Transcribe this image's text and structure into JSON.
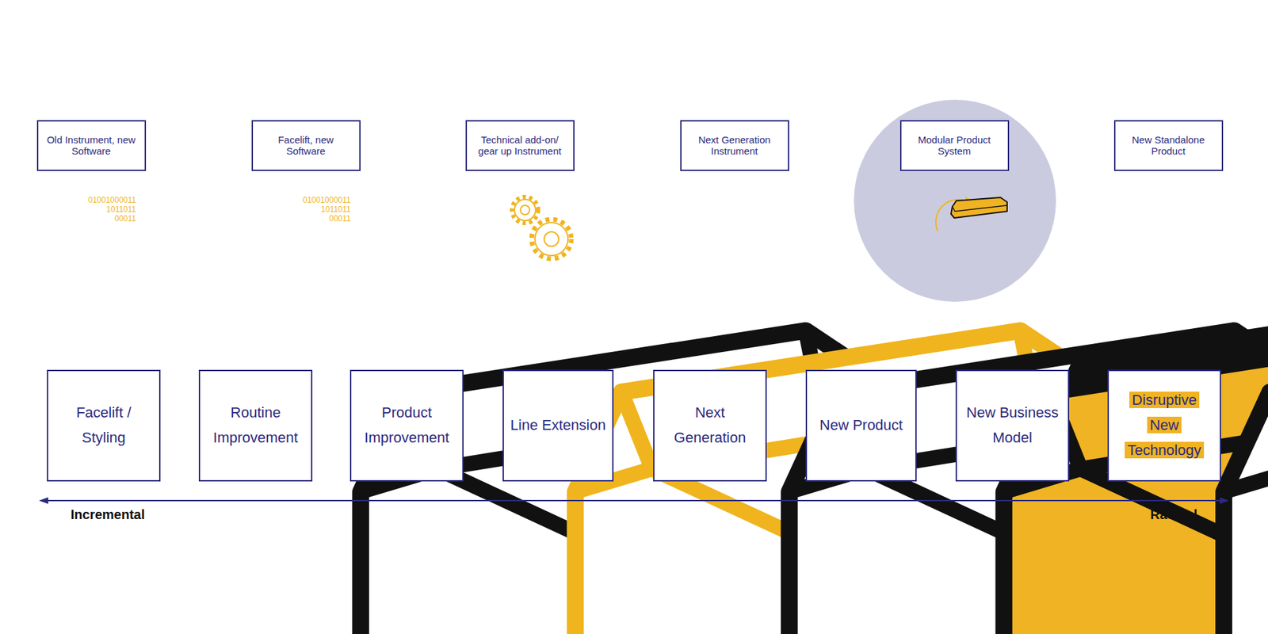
{
  "diagram": {
    "nodes": [
      {
        "text": [
          "Old Instrument, new Software"
        ]
      },
      {
        "text": [
          "Facelift, new Software"
        ]
      },
      {
        "text": [
          "Technical add-on/ gear up Instrument"
        ]
      },
      {
        "text": [
          "Next Generation Instrument"
        ]
      },
      {
        "text": [
          "Modular Product System"
        ]
      },
      {
        "text": [
          "New Standalone Product"
        ]
      },
      {
        "text": [
          "Facelift / Styling"
        ]
      },
      {
        "text": [
          "Routine Improvement"
        ]
      },
      {
        "text": [
          "Product Improvement"
        ]
      },
      {
        "text": [
          "Line Extension"
        ]
      },
      {
        "text": [
          "Next Generation"
        ]
      },
      {
        "text": [
          "New Product"
        ]
      },
      {
        "text": [
          "New Business Model"
        ]
      },
      {
        "text": [
          "Disruptive New Technology"
        ]
      }
    ],
    "labels": [
      "01001000011",
      "1011011",
      "00011",
      "01001000011",
      "1011011",
      "00011",
      "Incremental",
      "Radical"
    ]
  }
}
